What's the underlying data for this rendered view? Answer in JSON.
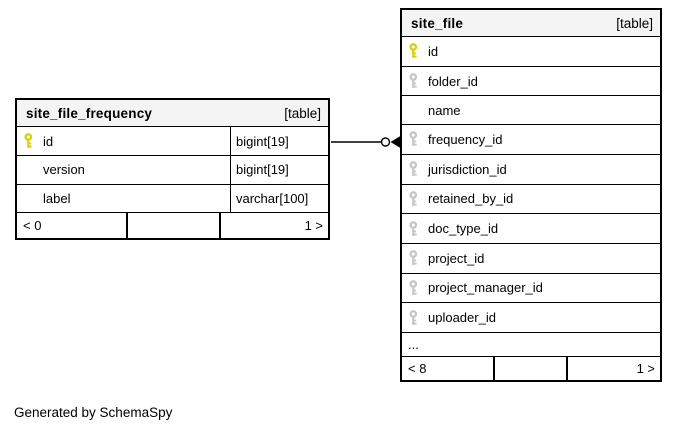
{
  "note": "Generated by SchemaSpy",
  "colors": {
    "primary_key": "#d8d200",
    "foreign_key": "#c6c6c6",
    "header_bg": "#f4f4f4",
    "border": "#000000"
  },
  "relationship": {
    "from_table": "site_file_frequency",
    "from_column": "id",
    "to_table": "site_file",
    "to_column": "frequency_id",
    "left_cardinality": "1",
    "right_end_style": "circle-arrow"
  },
  "tables": [
    {
      "name": "site_file_frequency",
      "tag": "[table]",
      "columns": [
        {
          "name": "id",
          "type": "bigint[19]",
          "key": "primary"
        },
        {
          "name": "version",
          "type": "bigint[19]",
          "key": null
        },
        {
          "name": "label",
          "type": "varchar[100]",
          "key": null
        }
      ],
      "footer": {
        "left": "< 0",
        "center": "",
        "right": "1 >"
      }
    },
    {
      "name": "site_file",
      "tag": "[table]",
      "columns": [
        {
          "name": "id",
          "key": "primary"
        },
        {
          "name": "folder_id",
          "key": "foreign"
        },
        {
          "name": "name",
          "key": null
        },
        {
          "name": "frequency_id",
          "key": "foreign"
        },
        {
          "name": "jurisdiction_id",
          "key": "foreign"
        },
        {
          "name": "retained_by_id",
          "key": "foreign"
        },
        {
          "name": "doc_type_id",
          "key": "foreign"
        },
        {
          "name": "project_id",
          "key": "foreign"
        },
        {
          "name": "project_manager_id",
          "key": "foreign"
        },
        {
          "name": "uploader_id",
          "key": "foreign"
        }
      ],
      "ellipsis": "...",
      "footer": {
        "left": "< 8",
        "center": "",
        "right": "1 >"
      }
    }
  ]
}
